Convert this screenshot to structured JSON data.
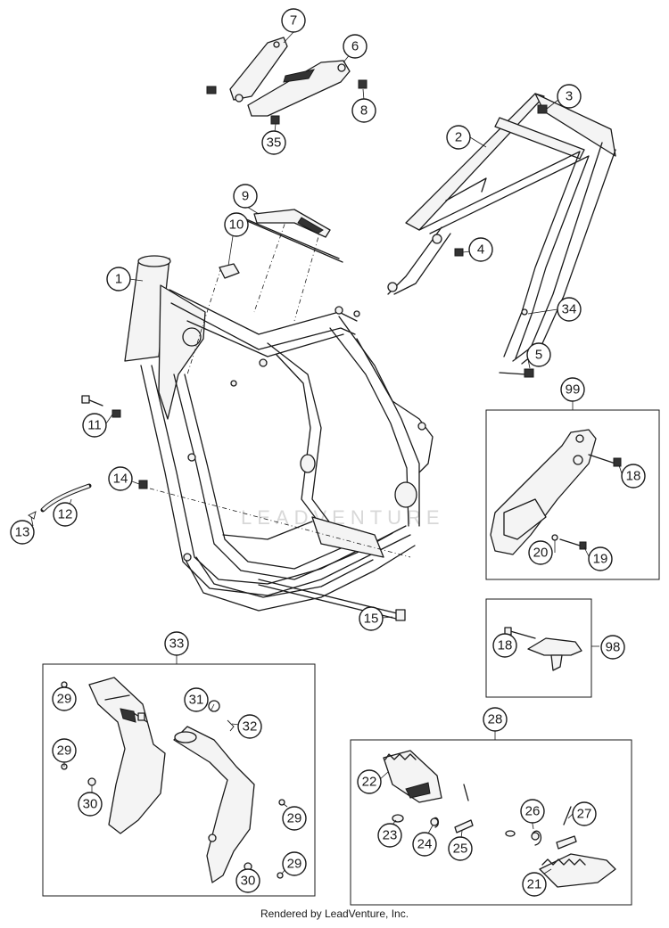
{
  "footer": "Rendered by LeadVenture, Inc.",
  "watermark": "LEADVENTURE",
  "callouts": {
    "c1": "1",
    "c2": "2",
    "c3": "3",
    "c4": "4",
    "c5": "5",
    "c6": "6",
    "c7": "7",
    "c8": "8",
    "c9": "9",
    "c10": "10",
    "c11": "11",
    "c12": "12",
    "c13": "13",
    "c14": "14",
    "c15": "15",
    "c18a": "18",
    "c18b": "18",
    "c19": "19",
    "c20": "20",
    "c21": "21",
    "c22": "22",
    "c23": "23",
    "c24": "24",
    "c25": "25",
    "c26": "26",
    "c27": "27",
    "c28": "28",
    "c29a": "29",
    "c29b": "29",
    "c29c": "29",
    "c29d": "29",
    "c30a": "30",
    "c30b": "30",
    "c31": "31",
    "c32": "32",
    "c33": "33",
    "c34": "34",
    "c35": "35",
    "c98": "98",
    "c99": "99"
  }
}
